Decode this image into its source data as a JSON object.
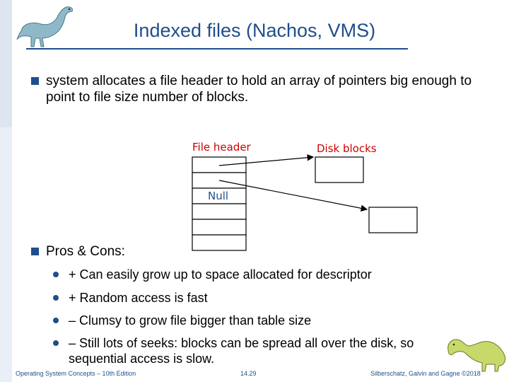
{
  "title": "Indexed files (Nachos, VMS)",
  "bullets": {
    "b1": "system allocates a file header to hold an array of pointers big enough to point to file size number of blocks.",
    "b2": "Pros & Cons:"
  },
  "subbullets": [
    "+ Can easily grow up to space allocated for descriptor",
    "+ Random access is fast",
    "– Clumsy to grow file bigger than table size",
    "– Still lots of seeks: blocks can be spread all over the disk, so sequential access is slow."
  ],
  "diagram": {
    "file_header_label": "File header",
    "disk_blocks_label": "Disk blocks",
    "null_label": "Null"
  },
  "footer": {
    "left": "Operating System Concepts – 10th Edition",
    "center": "14.29",
    "right": "Silberschatz, Galvin and Gagne ©2018"
  },
  "colors": {
    "accent": "#1f4e8c",
    "label_red": "#cc0000",
    "label_blue": "#1f4e8c"
  }
}
